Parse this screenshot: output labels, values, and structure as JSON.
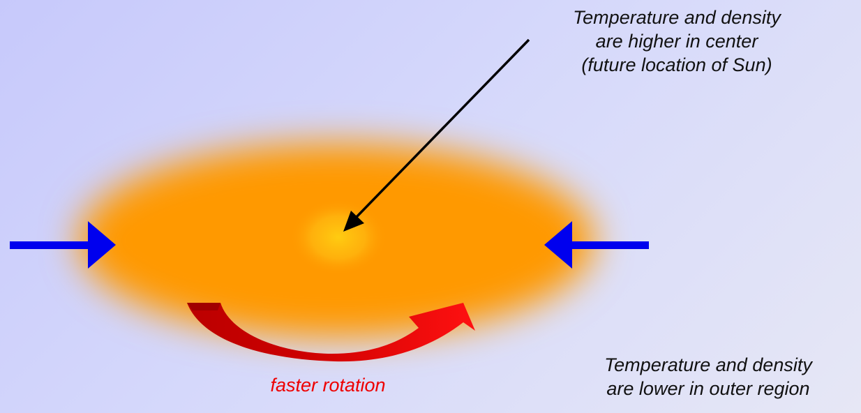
{
  "captions": {
    "center": {
      "lines": [
        "Temperature and density",
        "are higher in center",
        "(future location of Sun)"
      ]
    },
    "outer": {
      "lines": [
        "Temperature and density",
        "are lower in outer region"
      ]
    },
    "rotation": {
      "text": "faster rotation"
    }
  },
  "colors": {
    "background_light": "#d5d8fb",
    "disk_core": "#ffcc11",
    "disk_body": "#ff9900",
    "compression_arrows": "#0000ee",
    "rotation_arrow": "#ee0000",
    "rotation_label": "#ee0000",
    "pointer_arrow": "#000000",
    "text": "#111111"
  }
}
